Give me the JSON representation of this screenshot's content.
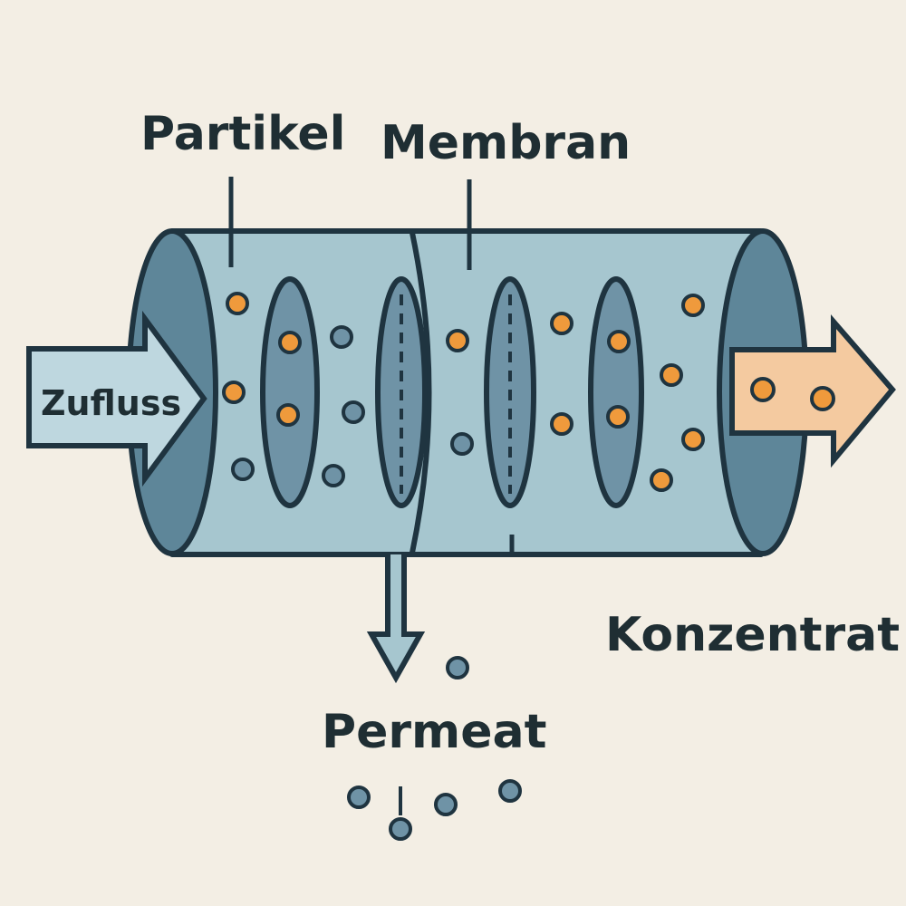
{
  "labels": {
    "particles": "Partikel",
    "membrane": "Membran",
    "inflow": "Zufluss",
    "concentrate": "Konzentrat",
    "permeate": "Permeat"
  },
  "colors": {
    "background": "#f3eee4",
    "outline": "#1f3440",
    "tube_body": "#a6c6cf",
    "tube_end": "#5e8699",
    "membrane_fill": "#6f93a6",
    "inflow_arrow": "#bed7df",
    "concentrate_arrow": "#f4caa0",
    "large_particle": "#ef9a3c",
    "small_particle": "#6f93a6"
  },
  "icons": {
    "inflow": "arrow-right-icon",
    "concentrate": "arrow-right-icon",
    "permeate": "arrow-down-icon"
  }
}
